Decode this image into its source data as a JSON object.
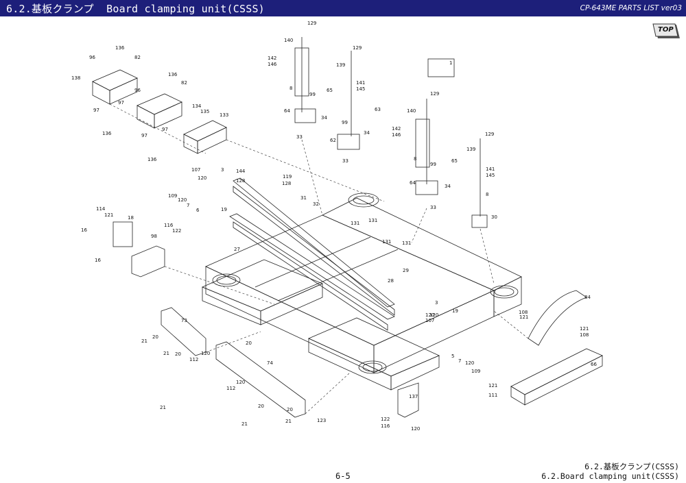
{
  "header": {
    "title": "6.2.基板クランプ  Board clamping unit(CSSS)",
    "parts_list": "CP-643ME PARTS LIST ver03",
    "top_button": "TOP"
  },
  "callouts": [
    "1",
    "3",
    "3",
    "5",
    "6",
    "7",
    "7",
    "8",
    "8",
    "8",
    "16",
    "16",
    "18",
    "19",
    "19",
    "20",
    "20",
    "20",
    "20",
    "20",
    "21",
    "21",
    "21",
    "21",
    "21",
    "27",
    "28",
    "29",
    "30",
    "31",
    "32",
    "33",
    "33",
    "33",
    "34",
    "34",
    "34",
    "62",
    "63",
    "64",
    "64",
    "65",
    "65",
    "66",
    "73",
    "74",
    "82",
    "82",
    "84",
    "96",
    "96",
    "97",
    "97",
    "97",
    "97",
    "98",
    "99",
    "99",
    "99",
    "107",
    "107",
    "108",
    "108",
    "109",
    "109",
    "111",
    "112",
    "112",
    "114",
    "116",
    "116",
    "119",
    "120",
    "120",
    "120",
    "120",
    "120",
    "120",
    "120",
    "120",
    "121",
    "121",
    "121",
    "121",
    "122",
    "122",
    "123",
    "128",
    "128",
    "129",
    "129",
    "129",
    "129",
    "131",
    "131",
    "131",
    "131",
    "133",
    "134",
    "135",
    "136",
    "136",
    "136",
    "136",
    "137",
    "138",
    "139",
    "139",
    "140",
    "140",
    "141",
    "141",
    "142",
    "142",
    "144",
    "145",
    "145",
    "146",
    "146"
  ],
  "footer": {
    "page_number": "6-5",
    "caption_jp": "6.2.基板クランプ(CSSS)",
    "caption_en": "6.2.Board clamping unit(CSSS)"
  },
  "colors": {
    "header_bg": "#1d1f7a",
    "line": "#222222"
  }
}
